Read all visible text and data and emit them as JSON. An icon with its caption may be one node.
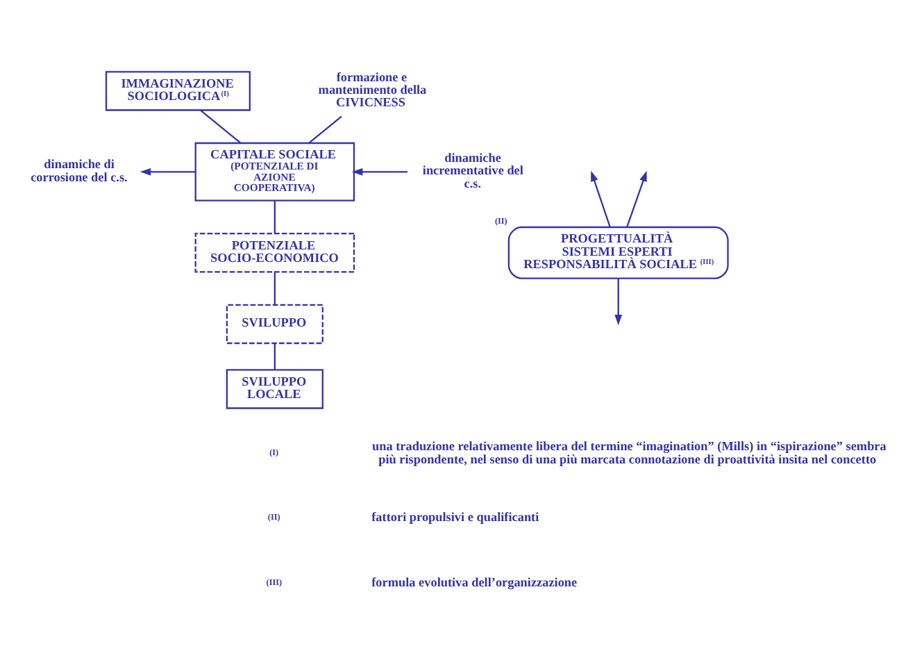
{
  "diagram": {
    "nodes": [
      {
        "text": [
          "IMMAGINAZIONE SOCIOLOGICA$^{(I)}$"
        ]
      },
      {
        "text": [
          "formazione e mantenimento della CIVICNESS"
        ]
      },
      {
        "text": [
          "CAPITALE SOCIALE",
          "(POTENZIALE DI AZIONE COOPERATIVA)"
        ]
      },
      {
        "text": [
          "dinamiche di corrosione del c.s."
        ]
      },
      {
        "text": [
          "dinamiche incrementative del c.s."
        ]
      },
      {
        "text": [
          "POTENZIALE SOCIO-ECONOMICO"
        ]
      },
      {
        "text": [
          "SVILUPPO"
        ]
      },
      {
        "text": [
          "SVILUPPO LOCALE"
        ]
      },
      {
        "text": [
          "PROGETTUALITÀ",
          "SISTEMI ESPERTI",
          "RESPONSABILITÀ SOCIALE$^{(III)}$"
        ],
        "beside": [
          "(II)"
        ]
      }
    ],
    "edges": [
      {
        "from": 0,
        "to": 2,
        "arrow": "none"
      },
      {
        "from": 1,
        "to": 2,
        "arrow": "none"
      },
      {
        "from": 2,
        "to": 3,
        "arrow": "to"
      },
      {
        "from": 4,
        "to": 2,
        "arrow": "to"
      },
      {
        "from": 2,
        "to": 5,
        "arrow": "none"
      },
      {
        "from": 5,
        "to": 6,
        "arrow": "none"
      },
      {
        "from": 6,
        "to": 7,
        "arrow": "none"
      },
      {
        "from": 8,
        "to": null,
        "arrow": "to"
      },
      {
        "from": 8,
        "to": null,
        "arrow": "to"
      },
      {
        "from": 8,
        "to": null,
        "arrow": "to"
      }
    ],
    "labels": [
      "(I)",
      "una traduzione relativamente libera del termine “imagination” (Mills) in “ispirazione” sembra più rispondente, nel senso di una più marcata connotazione di proattività insita nel concetto",
      "(II)",
      "fattori propulsivi e qualificanti",
      "(III)",
      "formula evolutiva dell’organizzazione"
    ]
  }
}
